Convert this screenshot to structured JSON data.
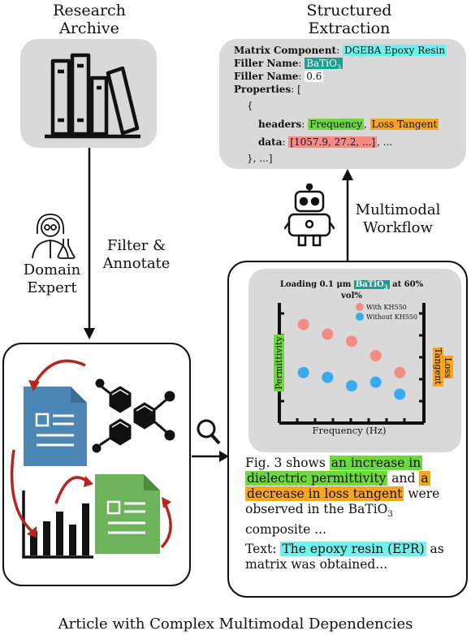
{
  "titles": {
    "research_archive": "Research Archive",
    "structured_extraction": "Structured Extraction",
    "multimodal_workflow": "Multimodal Workflow",
    "filter_annotate": "Filter & Annotate",
    "domain_expert": "Domain Expert",
    "article": "Article with Complex Multimodal Dependencies"
  },
  "extraction": {
    "matrix_key": "Matrix Component",
    "matrix_val": "DGEBA Epoxy Resin",
    "filler_name_key": "Filler Name",
    "filler_name_val": "BaTiO",
    "filler_name_sub": "3",
    "filler_frac_key": "Filler Name",
    "filler_frac_val": "0.6",
    "properties_key": "Properties",
    "open_bracket": "[",
    "open_brace": "{",
    "headers_key": "headers",
    "headers_v1": "Frequency",
    "headers_v2": "Loss Tangent",
    "data_key": "data",
    "data_val": "[1057.9, 27.2, ...]",
    "data_tail": ", ...",
    "close": "}, ...]"
  },
  "chart_data": {
    "type": "scatter",
    "title_prefix": "Loading 0.1 μm ",
    "title_filler": "BaTiO",
    "title_sub": "3",
    "title_suffix": " at 60% vol%",
    "xlabel": "Frequency (Hz)",
    "ylabel_left": "Permittivity",
    "ylabel_right": "Loss Tangent",
    "legend": [
      {
        "name": "With KH550",
        "color": "#f48b85"
      },
      {
        "name": "Without KH550",
        "color": "#3aaaf0"
      }
    ],
    "series": [
      {
        "name": "With KH550",
        "color": "#f48b85",
        "values": [
          [
            1,
            8.2
          ],
          [
            2,
            7.4
          ],
          [
            3,
            6.8
          ],
          [
            4,
            5.6
          ],
          [
            5,
            4.2
          ]
        ]
      },
      {
        "name": "Without KH550",
        "color": "#3aaaf0",
        "values": [
          [
            1,
            4.2
          ],
          [
            2,
            3.8
          ],
          [
            3,
            3.1
          ],
          [
            4,
            3.4
          ],
          [
            5,
            2.4
          ]
        ]
      }
    ],
    "xlim": [
      0,
      6
    ],
    "ylim": [
      0,
      10
    ],
    "grid": false
  },
  "caption": {
    "line1_a": "Fig. 3 shows ",
    "line1_b": "an increase in",
    "line2_a": "dielectric permittivity",
    "line2_b": " and ",
    "line2_c": "a",
    "line3_a": "decrease in loss tangent",
    "line3_b": " were",
    "line4": "observed in the BaTiO",
    "line4_sub": "3",
    "line5": "composite ...",
    "text_label": "Text: ",
    "text_hl": "The epoxy resin (EPR)",
    "text_tail": " as",
    "text_line2": "matrix was obtained..."
  },
  "colors": {
    "panel_bg": "#d9d9d9",
    "doc_blue": "#4b86b4",
    "doc_green": "#6cb35b",
    "arrow_red": "#b5261e"
  }
}
